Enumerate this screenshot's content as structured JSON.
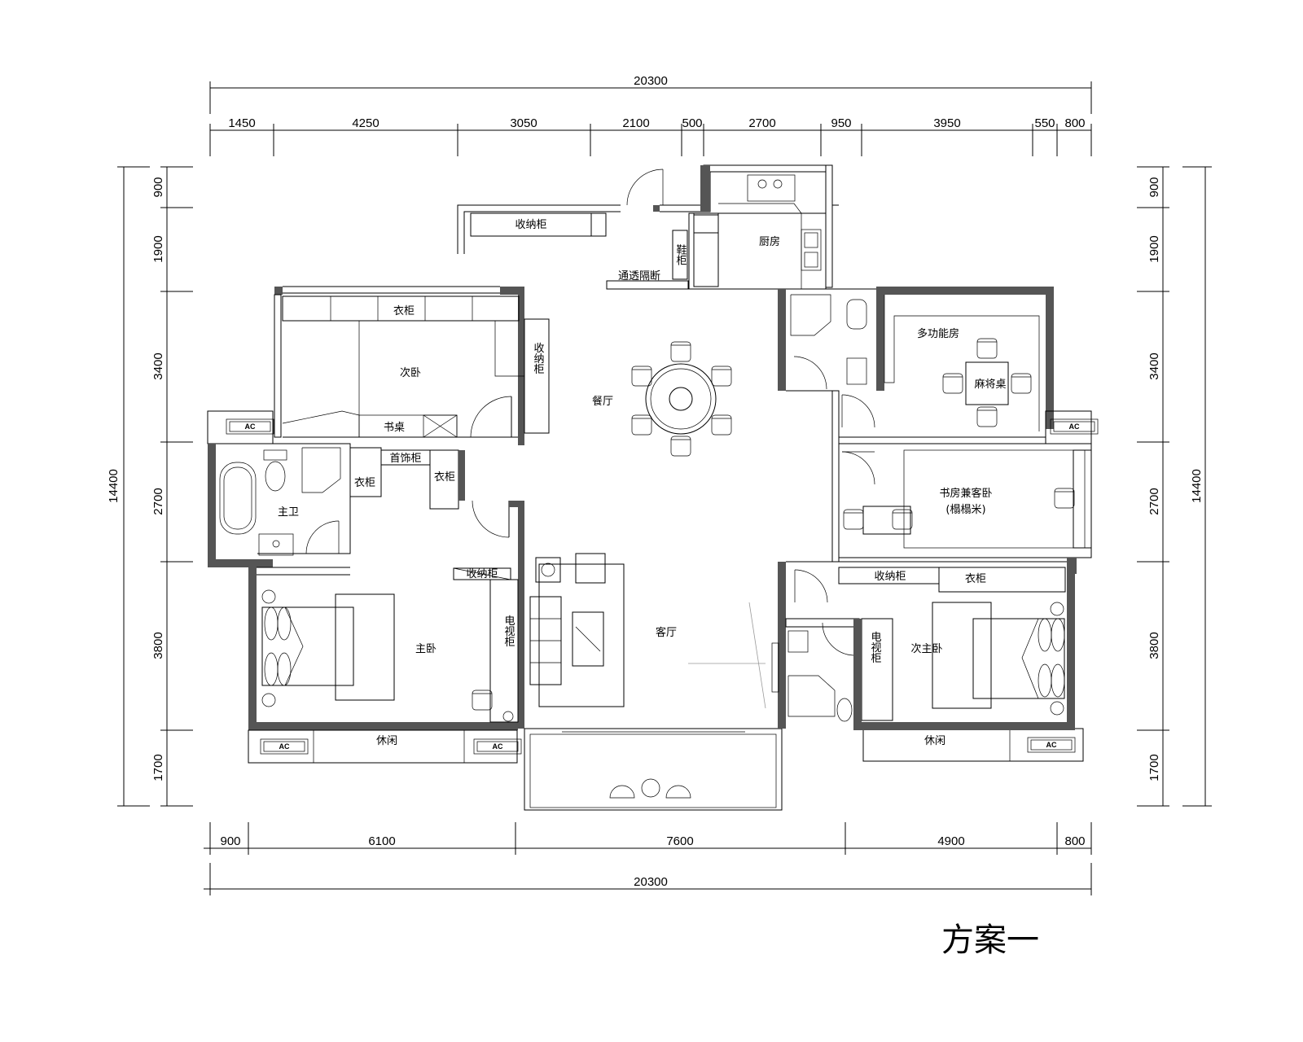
{
  "title": "方案一",
  "dimensions": {
    "top_total": "20300",
    "top_segments": [
      "1450",
      "4250",
      "3050",
      "2100",
      "500",
      "2700",
      "950",
      "3950",
      "550",
      "800"
    ],
    "bottom_segments": [
      "900",
      "6100",
      "7600",
      "4900",
      "800"
    ],
    "bottom_total": "20300",
    "left_total": "14400",
    "left_segments": [
      "900",
      "1900",
      "3400",
      "2700",
      "3800",
      "1700"
    ],
    "right_total": "14400",
    "right_segments": [
      "900",
      "1900",
      "3400",
      "2700",
      "3800",
      "1700"
    ]
  },
  "rooms": {
    "storage_top": "收纳柜",
    "shoe_cabinet": "鞋柜",
    "kitchen": "厨房",
    "partition": "通透隔断",
    "wardrobe_second": "衣柜",
    "second_bedroom": "次卧",
    "storage_side": "收纳柜",
    "desk": "书桌",
    "dining": "餐厅",
    "multifunction": "多功能房",
    "mahjong": "麻将桌",
    "jewelry": "首饰柜",
    "wardrobe_a": "衣柜",
    "wardrobe_b": "衣柜",
    "master_bath": "主卫",
    "study_guest": "书房兼客卧",
    "tatami": "(榻榻米)",
    "storage_master": "收纳柜",
    "master_bedroom": "主卧",
    "tv_cabinet": "电视柜",
    "living": "客厅",
    "storage_right": "收纳柜",
    "wardrobe_right": "衣柜",
    "second_master": "次主卧",
    "tv_cabinet_right": "电视柜",
    "leisure_left": "休闲",
    "leisure_right": "休闲",
    "ac": "AC"
  }
}
